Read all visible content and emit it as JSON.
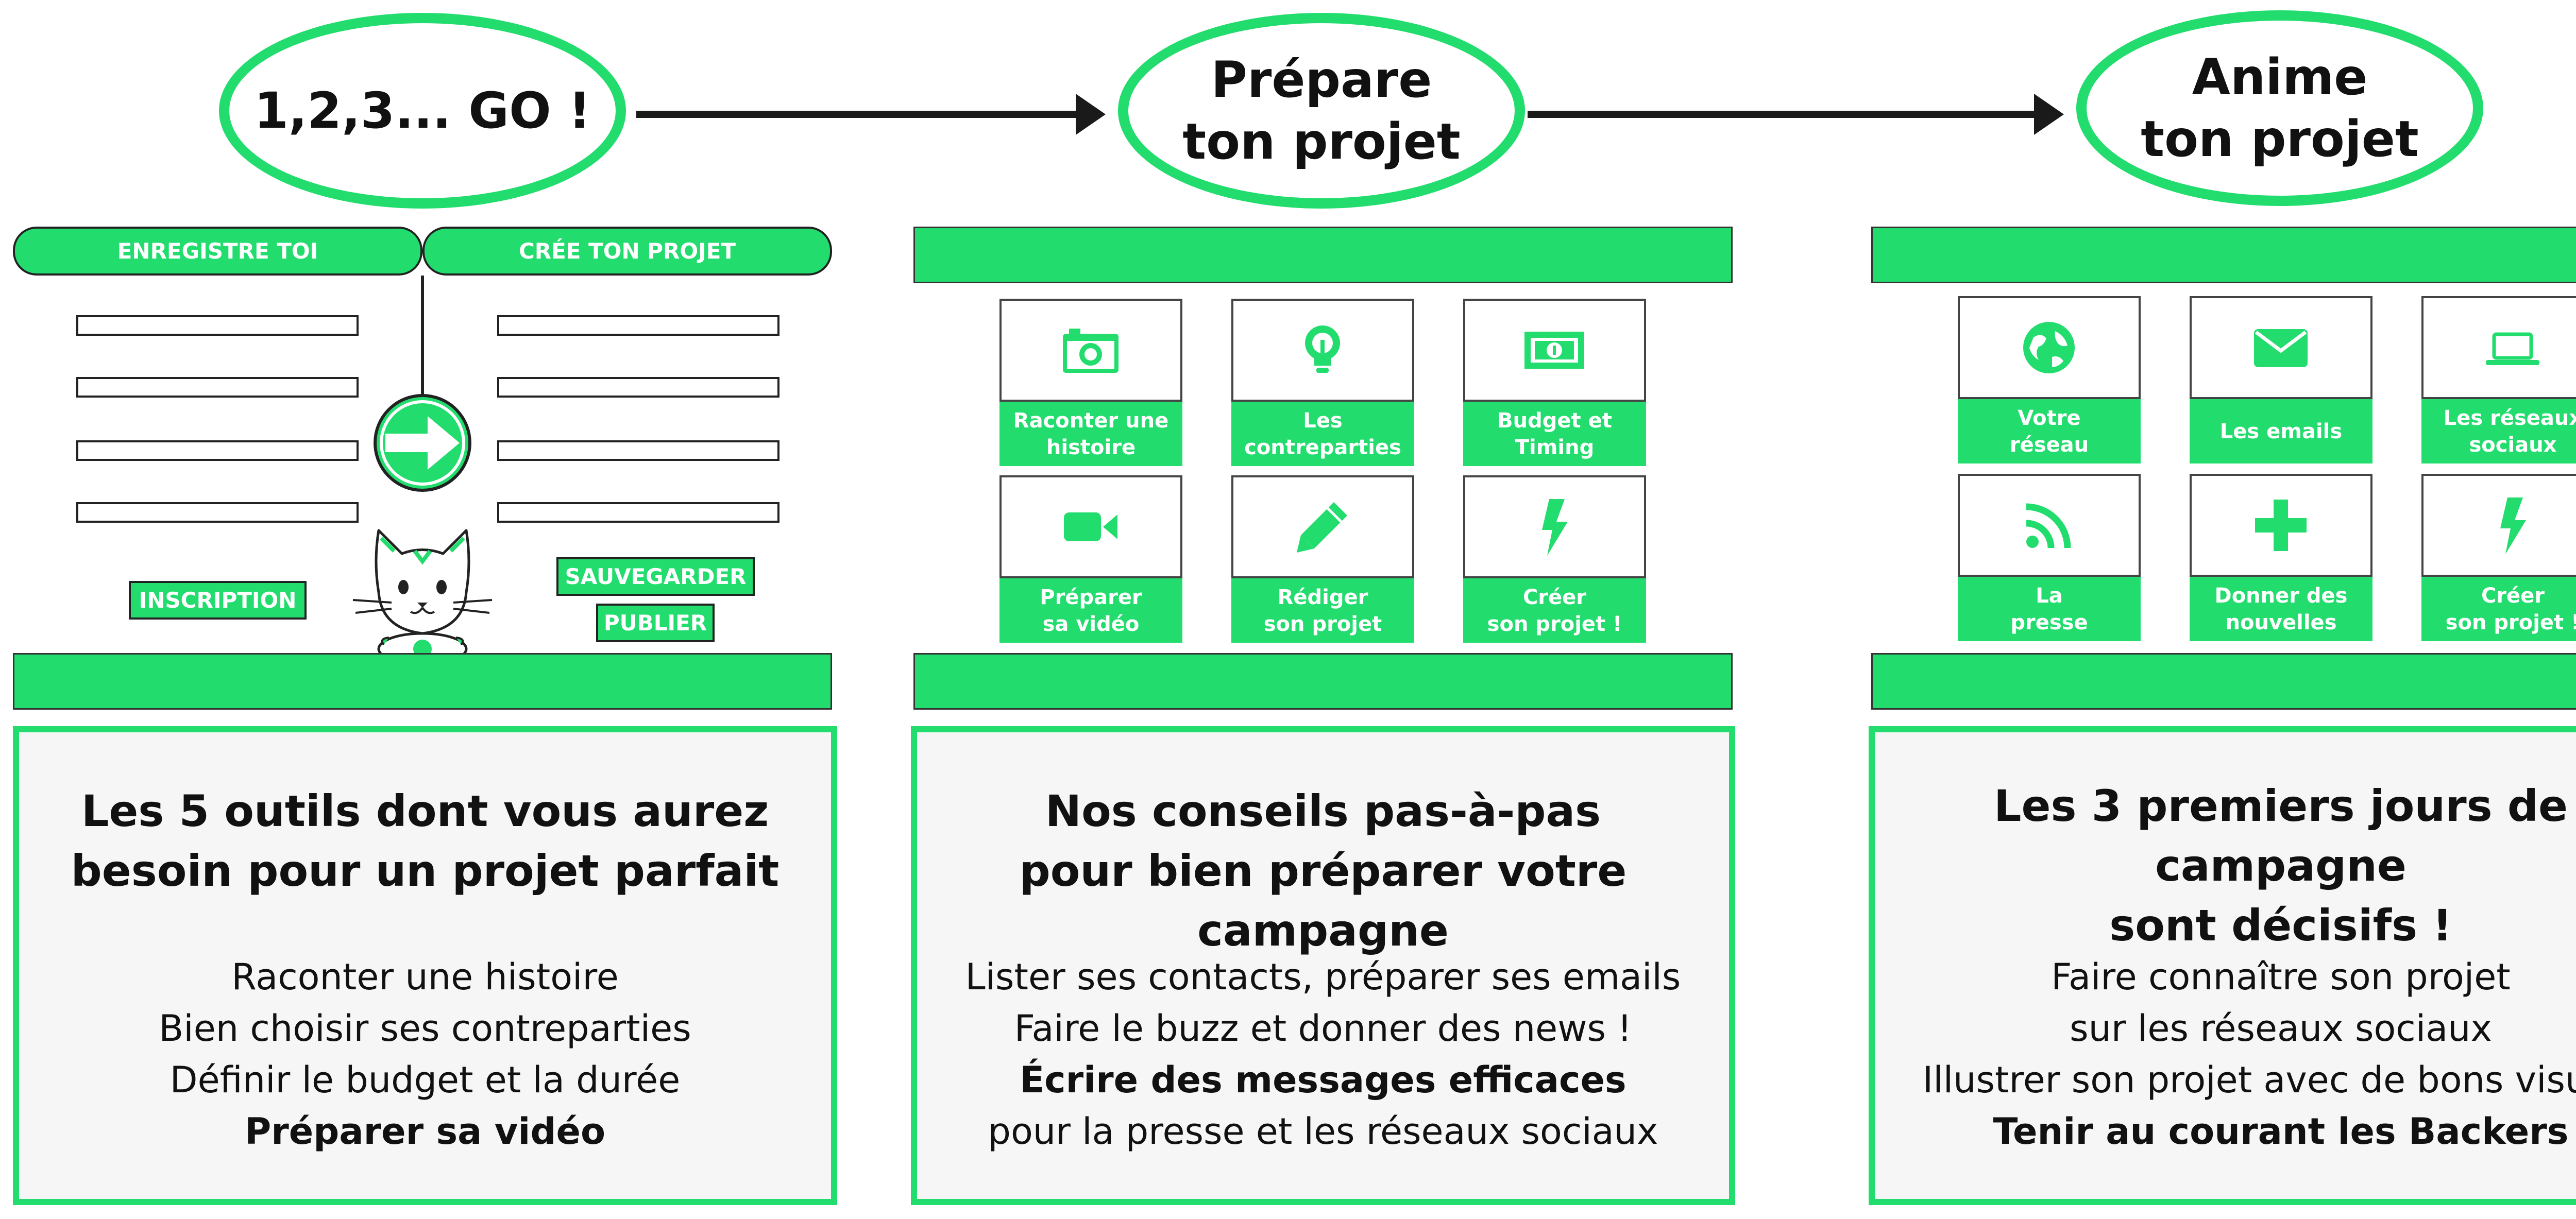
{
  "steps": [
    {
      "title": "1,2,3... GO !"
    },
    {
      "title": "Prépare\nton projet"
    },
    {
      "title": "Anime\nton projet"
    }
  ],
  "col1": {
    "tab_left": "ENREGISTRE TOI",
    "tab_right": "CRÉE TON PROJET",
    "inscription": "INSCRIPTION",
    "sauvegarder": "SAUVEGARDER",
    "publier": "PUBLIER"
  },
  "col2": {
    "tiles": [
      {
        "label": "Raconter une\nhistoire",
        "icon": "camera-icon"
      },
      {
        "label": "Les\ncontreparties",
        "icon": "lightbulb-icon"
      },
      {
        "label": "Budget et\nTiming",
        "icon": "banknote-icon"
      },
      {
        "label": "Préparer\nsa vidéo",
        "icon": "video-camera-icon"
      },
      {
        "label": "Rédiger\nson projet",
        "icon": "pencil-icon"
      },
      {
        "label": "Créer\nson projet !",
        "icon": "lightning-icon"
      }
    ]
  },
  "col3": {
    "tiles": [
      {
        "label": "Votre\nréseau",
        "icon": "globe-icon"
      },
      {
        "label": "Les emails",
        "icon": "envelope-icon"
      },
      {
        "label": "Les réseaux\nsociaux",
        "icon": "laptop-icon"
      },
      {
        "label": "La\npresse",
        "icon": "rss-icon"
      },
      {
        "label": "Donner des\nnouvelles",
        "icon": "plus-icon"
      },
      {
        "label": "Créer\nson projet !",
        "icon": "lightning-icon"
      }
    ]
  },
  "boxes": [
    {
      "heading": "Les 5 outils dont vous aurez\nbesoin pour un projet parfait",
      "lines": [
        "Raconter une histoire",
        "Bien choisir ses contreparties",
        "Définir le budget et la durée"
      ],
      "bold_line": "Préparer sa vidéo"
    },
    {
      "heading": "Nos conseils pas-à-pas\npour bien préparer votre campagne",
      "lines": [
        "Lister ses contacts, préparer ses emails",
        "Faire le buzz et donner des news !"
      ],
      "bold_line": "Écrire des messages efficaces",
      "after_line": "pour la presse et les réseaux sociaux"
    },
    {
      "heading": "Les 3 premiers jours de campagne\nsont décisifs !",
      "lines": [
        "Faire connaître son projet",
        "sur les réseaux sociaux",
        "Illustrer son projet avec de bons visuels"
      ],
      "bold_line": "Tenir au courant les Backers"
    }
  ],
  "colors": {
    "accent": "#22dd6e",
    "ink": "#111111"
  }
}
